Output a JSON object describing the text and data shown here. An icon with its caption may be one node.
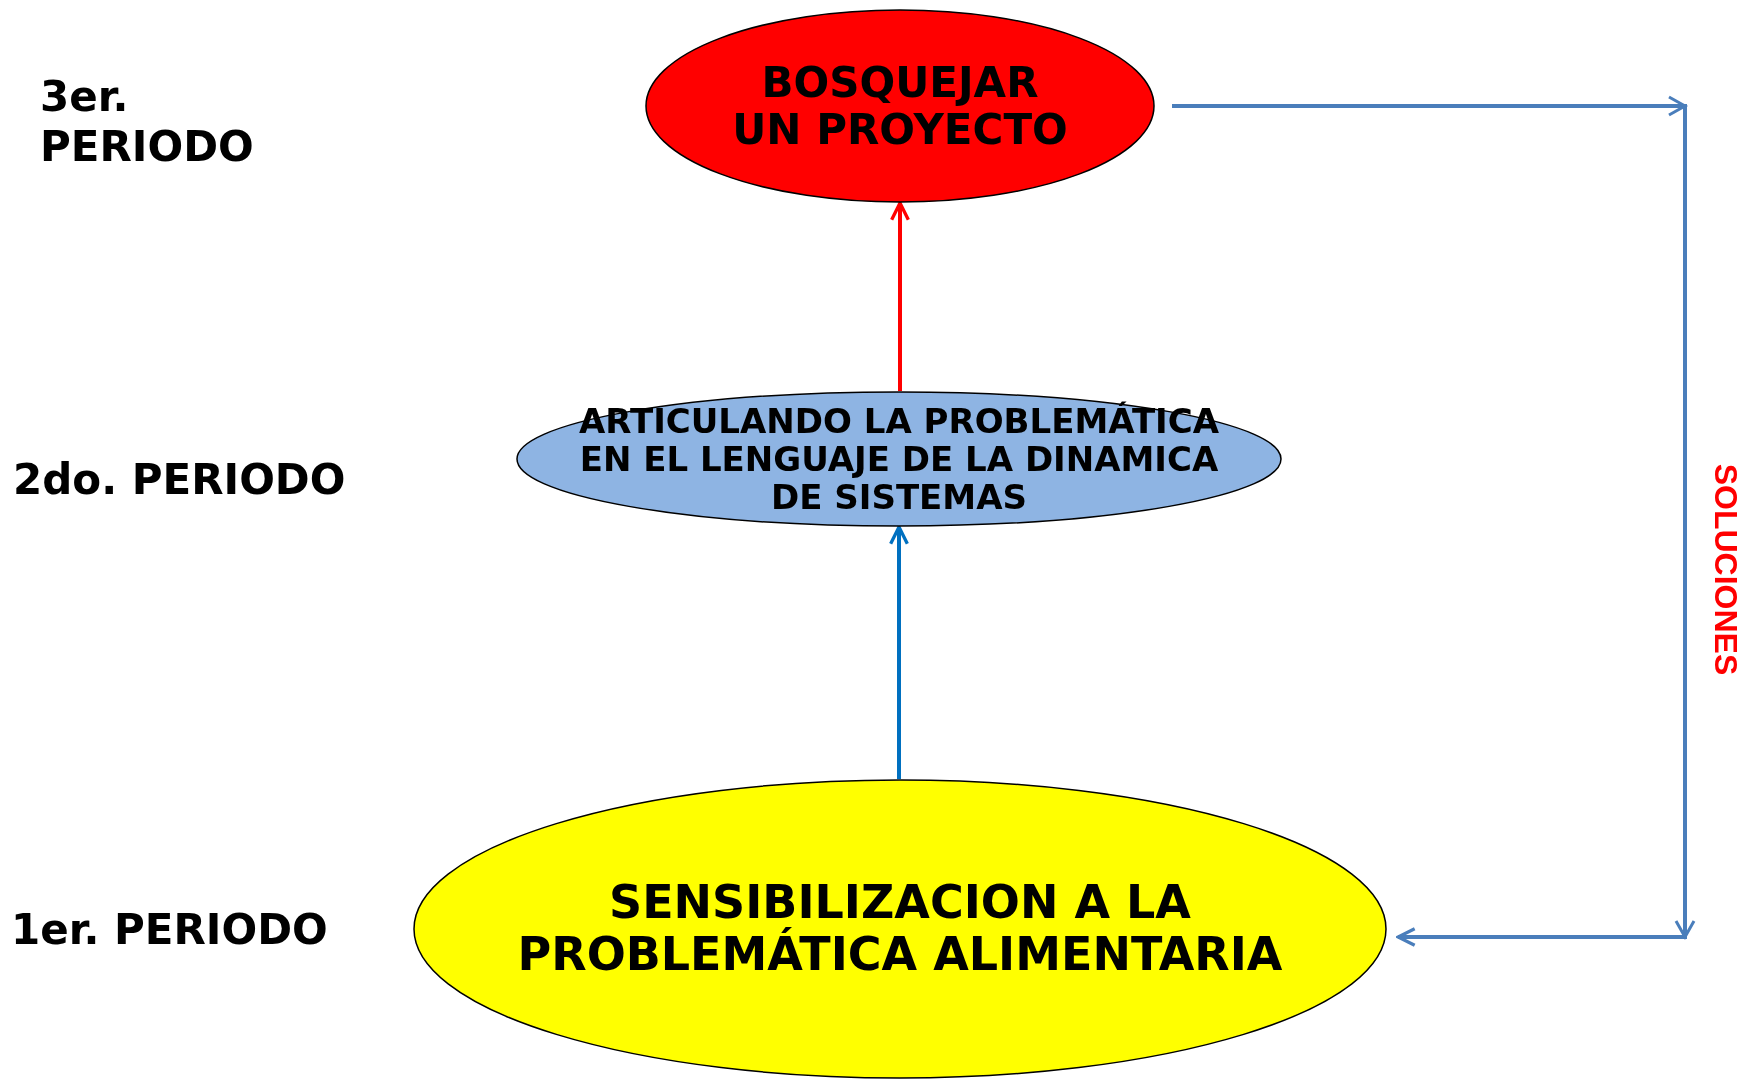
{
  "diagram": {
    "nodes": [
      {
        "text": [
          "BOSQUEJAR UN PROYECTO"
        ]
      },
      {
        "text": [
          "ARTICULANDO LA PROBLEMÁTICA EN EL LENGUAJE DE LA DINAMICA DE SISTEMAS"
        ]
      },
      {
        "text": [
          "SENSIBILIZACION A LA PROBLEMÁTICA ALIMENTARIA"
        ]
      }
    ],
    "edges": [
      {
        "from": 1,
        "to": 0,
        "arrow": "to",
        "color": "#ff0000"
      },
      {
        "from": 2,
        "to": 1,
        "arrow": "to",
        "color": "#0070c0"
      },
      {
        "from": 0,
        "to": 2,
        "arrow": "to",
        "label": "SOLUCIONES",
        "color": "#4a7ebb"
      }
    ],
    "labels": [
      "3er. PERIODO",
      "2do. PERIODO",
      "1er. PERIODO"
    ]
  }
}
